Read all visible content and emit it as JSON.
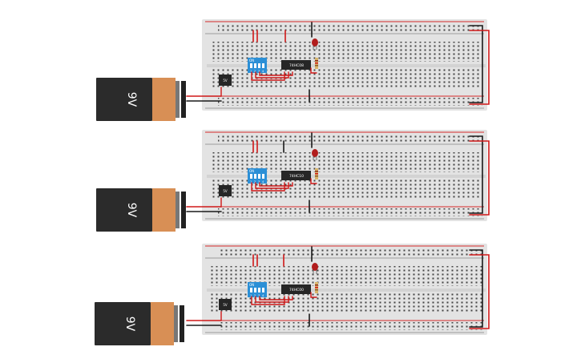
{
  "circuits": [
    {
      "battery_label": "9V",
      "regulator_label": "5V",
      "chip_label": "74HC08",
      "dip_switch": {
        "on_label": "ON",
        "numbers": [
          "1",
          "2",
          "3",
          "4"
        ]
      }
    },
    {
      "battery_label": "9V",
      "regulator_label": "5V",
      "chip_label": "74HC10",
      "dip_switch": {
        "on_label": "ON",
        "numbers": [
          "1",
          "2",
          "3",
          "4"
        ]
      }
    },
    {
      "battery_label": "9V",
      "regulator_label": "5V",
      "chip_label": "74HC00",
      "dip_switch": {
        "on_label": "ON",
        "numbers": [
          "1",
          "2",
          "3",
          "4"
        ]
      }
    }
  ],
  "colors": {
    "breadboard": "#e3e3e3",
    "hole": "#3f3f3f",
    "power_rail_red": "#d42a2a",
    "power_rail_dark": "#333333",
    "battery_body": "#2b2b2b",
    "battery_cap": "#d88f55",
    "dip_switch": "#2b8fd6",
    "chip": "#262626",
    "led": "#b11c1c",
    "wire_red": "#d01818",
    "wire_black": "#1a1a1a"
  }
}
